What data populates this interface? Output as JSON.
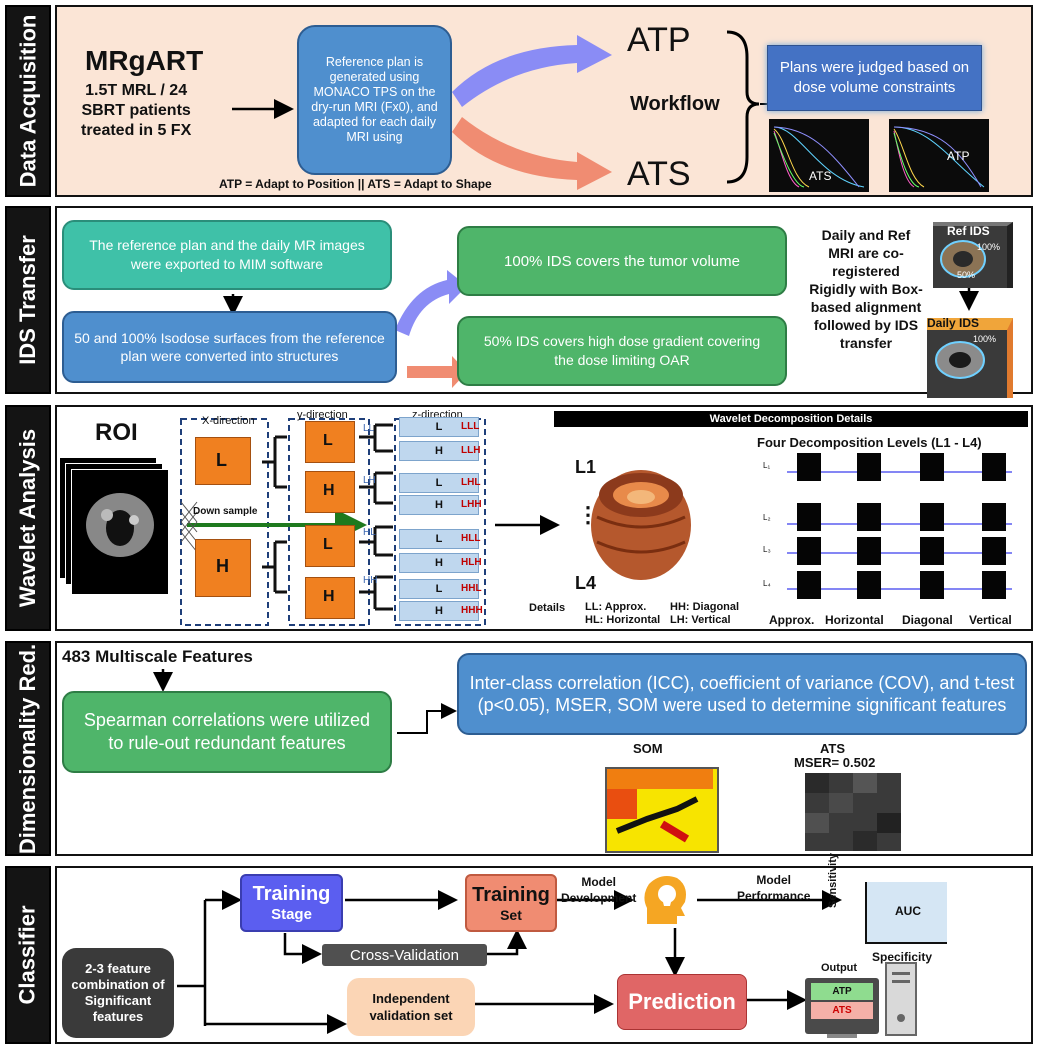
{
  "sections": {
    "s1": "Data Acquisition",
    "s2": "IDS Transfer",
    "s3": "Wavelet Analysis",
    "s4": "Dimensionality Red.",
    "s5": "Classifier"
  },
  "acq": {
    "title": "MRgART",
    "subtitle": "1.5T MRL / 24\nSBRT patients\ntreated in 5 FX",
    "ref_plan": "Reference plan is generated using MONACO TPS on the dry-run MRI (Fx0), and adapted for each daily MRI using",
    "atp": "ATP",
    "ats": "ATS",
    "workflow": "Workflow",
    "judged": "Plans were judged based on dose volume constraints",
    "legend": "ATP = Adapt to Position || ATS = Adapt to Shape",
    "dvh1": "ATS",
    "dvh2": "ATP"
  },
  "ids": {
    "export": "The reference  plan and the daily MR images were exported to MIM software",
    "convert": "50 and 100% Isodose surfaces from the reference plan were converted into structures",
    "cov100": "100% IDS covers the tumor volume",
    "cov50": "50% IDS covers  high dose gradient covering the dose limiting OAR",
    "coreg": "Daily and Ref MRI are co-registered Rigidly with Box-based alignment followed by IDS transfer",
    "ref_ids": "Ref IDS",
    "daily_ids": "Daily IDS",
    "pct100": "100%",
    "pct50": "50%"
  },
  "wavelet": {
    "roi": "ROI",
    "xdir": "X-direction",
    "ydir": "y-direction",
    "zdir": "z-direction",
    "L": "L",
    "H": "H",
    "LL": "LL",
    "LH": "LH",
    "HL": "HL",
    "HH": "HH",
    "down": "Down sample",
    "bands": [
      "LLL",
      "LLH",
      "LHL",
      "LHH",
      "HLL",
      "HLH",
      "HHL",
      "HHH"
    ],
    "header": "Wavelet Decomposition Details",
    "l1": "L1",
    "l4": "L4",
    "dots": "⋮",
    "details": "Details",
    "d1": "LL: Approx.",
    "d2": "HL: Horizontal",
    "d3": "HH: Diagonal",
    "d4": "LH: Vertical",
    "four": "Four Decomposition Levels (L1 - L4)",
    "grid_labels": [
      "Approx.",
      "Horizontal",
      "Diagonal",
      "Vertical"
    ],
    "row_labels": [
      "L₁",
      "L₂",
      "L₃",
      "L₄"
    ]
  },
  "dim": {
    "features": "483 Multiscale Features",
    "spearman": "Spearman correlations were utilized to rule-out redundant features",
    "icc": "Inter-class correlation (ICC), coefficient of variance (COV), and t-test (p<0.05), MSER, SOM were used to determine significant features",
    "som": "SOM",
    "ats": "ATS",
    "mser": "MSER= 0.502"
  },
  "cls": {
    "combo": "2-3 feature combination of Significant features",
    "training": "Training",
    "stage": "Stage",
    "cv": "Cross-Validation",
    "tset1": "Training",
    "tset2": "Set",
    "model_dev": "Model\nDevelopment",
    "model_perf": "Model\nPerformance",
    "indep": "Independent validation set",
    "prediction": "Prediction",
    "output": "Output",
    "atp": "ATP",
    "ats": "ATS",
    "sens": "Sensitivity",
    "spec": "Specificity",
    "auc": "AUC"
  },
  "colors": {
    "panel1_bg": "#fbe5d6",
    "blue": "#4f8fce",
    "green": "#4fb56a",
    "teal": "#3fc1a8",
    "orange": "#f4a261",
    "purple": "#5b5ef0",
    "salmon": "#f08c72"
  }
}
